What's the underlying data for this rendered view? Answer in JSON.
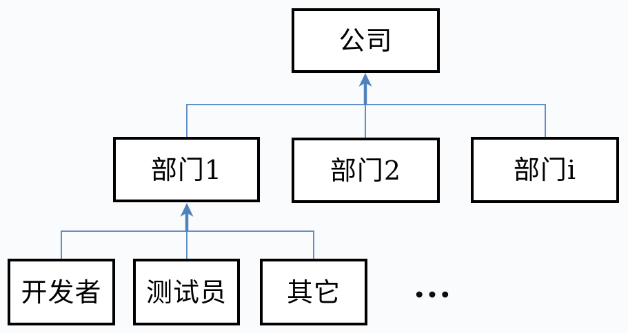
{
  "diagram": {
    "type": "org-hierarchy",
    "arrow_direction": "child-to-parent",
    "nodes": {
      "company": {
        "label": "公司",
        "level": 0
      },
      "dept1": {
        "label": "部门1",
        "level": 1
      },
      "dept2": {
        "label": "部门2",
        "level": 1
      },
      "dept_i": {
        "label": "部门i",
        "level": 1
      },
      "developer": {
        "label": "开发者",
        "level": 2
      },
      "tester": {
        "label": "测试员",
        "level": 2
      },
      "other": {
        "label": "其它",
        "level": 2
      },
      "more": {
        "label": "...",
        "level": 2
      }
    },
    "edges": [
      {
        "child": "部门1",
        "parent": "公司"
      },
      {
        "child": "部门2",
        "parent": "公司"
      },
      {
        "child": "部门i",
        "parent": "公司"
      },
      {
        "child": "开发者",
        "parent": "部门1"
      },
      {
        "child": "测试员",
        "parent": "部门1"
      },
      {
        "child": "其它",
        "parent": "部门1"
      }
    ],
    "colors": {
      "connector_blue": "#4f81bd",
      "box_border": "#000000",
      "box_fill": "#ffffff",
      "background": "#fafbfd",
      "text": "#000000"
    }
  }
}
